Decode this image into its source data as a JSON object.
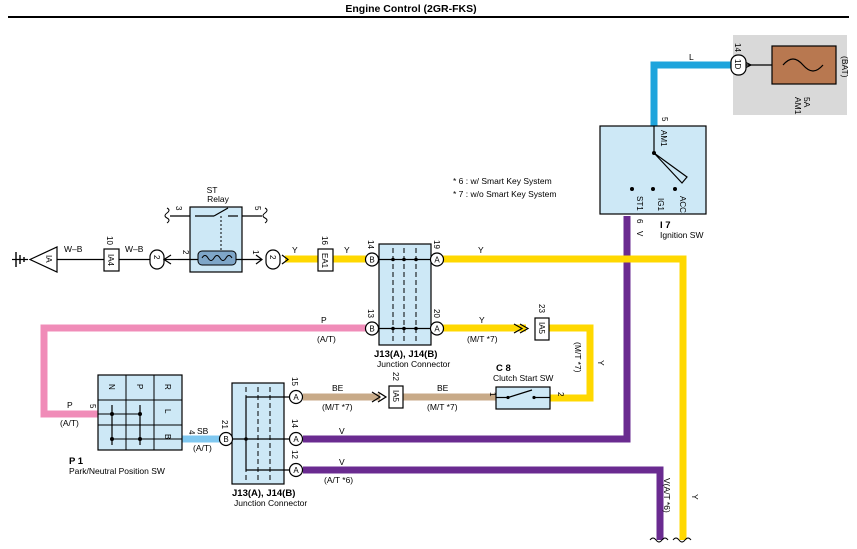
{
  "title": "Engine Control (2GR-FKS)",
  "colors": {
    "yellow": "#FFD800",
    "pink": "#F08CB8",
    "blue": "#1EA4DC",
    "light_blue": "#80C8F0",
    "violet": "#6A2B90",
    "tan": "#C8AA88",
    "component_fill": "#CDE8F6",
    "fuse_fill": "#B87850",
    "bat_area": "#D9D9D9"
  },
  "notes": [
    "* 6 : w/ Smart Key System",
    "* 7 : w/o Smart Key System"
  ],
  "battery": {
    "label": "(BAT)",
    "fuse": "5A\nAM1",
    "fuse_line1": "5A",
    "fuse_line2": "AM1",
    "connector": "1D",
    "pin": "14"
  },
  "ignition_sw": {
    "code": "I 7",
    "name": "Ignition SW",
    "terminals": [
      "AM1",
      "ST1",
      "IG1",
      "ACC"
    ],
    "pins": {
      "am1": "5",
      "st1": "6"
    }
  },
  "st_relay": {
    "name": "ST",
    "name2": "Relay",
    "pins": [
      "3",
      "5",
      "2",
      "1"
    ]
  },
  "connectors": {
    "ia": "IA",
    "ia4": "IA4",
    "ia4_pin": "10",
    "ea1": "EA1",
    "ea1_pin": "16",
    "ia5_top": "IA5",
    "ia5_top_pin": "23",
    "ia5_mid": "IA5",
    "ia5_mid_pin": "22",
    "c2_left": "2",
    "c2_right": "2"
  },
  "junction_top": {
    "label1": "J13(A), J14(B)",
    "label2": "Junction Connector",
    "pins": {
      "b14": "14",
      "b13": "13",
      "a19": "19",
      "a20": "20"
    },
    "letters": {
      "b": "B",
      "a": "A"
    }
  },
  "junction_bottom": {
    "label1": "J13(A), J14(B)",
    "label2": "Junction Connector",
    "pins": {
      "b21": "21",
      "a15": "15",
      "a14": "14",
      "a12": "12"
    },
    "letters": {
      "b": "B",
      "a": "A"
    }
  },
  "clutch_start_sw": {
    "code": "C 8",
    "name": "Clutch Start SW",
    "pins": [
      "1",
      "2"
    ]
  },
  "park_neutral_sw": {
    "code": "P 1",
    "name": "Park/Neutral Position SW",
    "positions": [
      "N",
      "P",
      "R",
      "L",
      "B"
    ],
    "pins": [
      "5",
      "4"
    ]
  },
  "wires": {
    "w_b": "W–B",
    "y": "Y",
    "l": "L",
    "v": "V",
    "p": "P",
    "sb": "SB",
    "be": "BE",
    "at": "(A/T)",
    "mt7": "(M/T *7)",
    "at6": "(A/T *6)",
    "v_at6": "V(A/T *6)"
  }
}
